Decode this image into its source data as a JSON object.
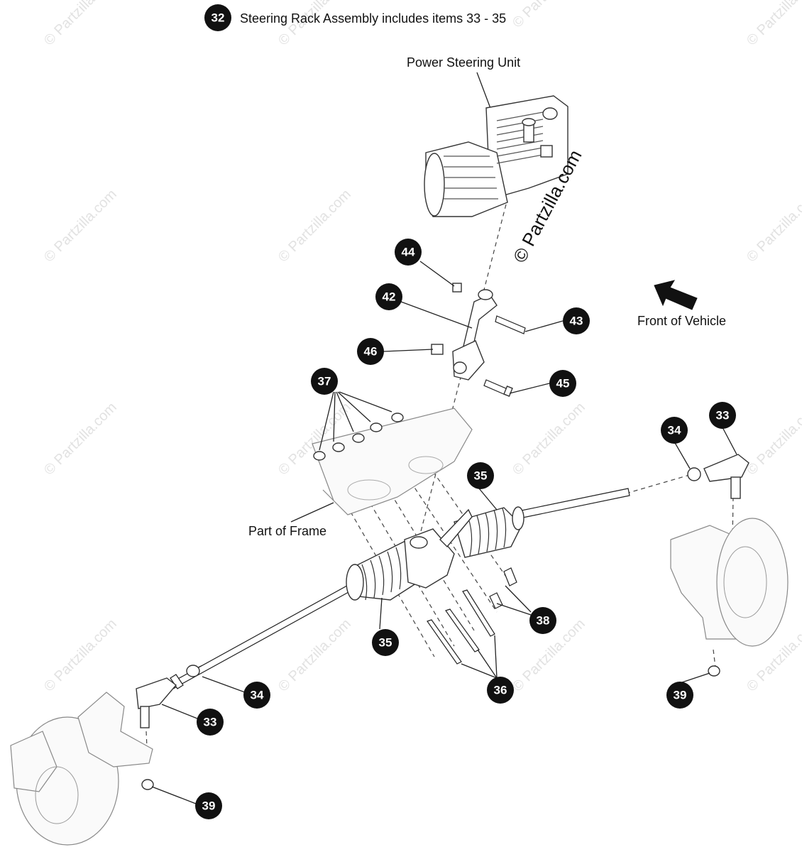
{
  "header_note": {
    "number": "32",
    "text": "Steering Rack Assembly includes items 33 - 35"
  },
  "labels": {
    "power_steering_unit": "Power Steering Unit",
    "front_of_vehicle": "Front of Vehicle",
    "part_of_frame": "Part of Frame"
  },
  "watermark": {
    "main": "© Partzilla.com",
    "tile": "© Partzilla.com"
  },
  "callouts": [
    {
      "id": "44",
      "label": "44"
    },
    {
      "id": "42",
      "label": "42"
    },
    {
      "id": "43",
      "label": "43"
    },
    {
      "id": "46",
      "label": "46"
    },
    {
      "id": "45",
      "label": "45"
    },
    {
      "id": "37",
      "label": "37"
    },
    {
      "id": "35a",
      "label": "35"
    },
    {
      "id": "34a",
      "label": "34"
    },
    {
      "id": "33a",
      "label": "33"
    },
    {
      "id": "38",
      "label": "38"
    },
    {
      "id": "35b",
      "label": "35"
    },
    {
      "id": "36",
      "label": "36"
    },
    {
      "id": "34b",
      "label": "34"
    },
    {
      "id": "33b",
      "label": "33"
    },
    {
      "id": "39a",
      "label": "39"
    },
    {
      "id": "39b",
      "label": "39"
    }
  ]
}
